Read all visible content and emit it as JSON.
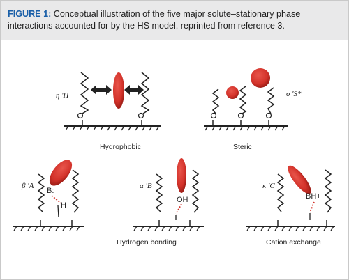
{
  "caption": {
    "label": "FIGURE 1:",
    "text": " Conceptual illustration of the five major solute–stationary phase interactions accounted for by the HS model, reprinted from reference 3."
  },
  "panels": {
    "hydrophobic": {
      "symbol": "η 'H",
      "label": "Hydrophobic"
    },
    "steric": {
      "symbol": "σ 'S*",
      "label": "Steric"
    },
    "hbond_acid": {
      "symbol": "β 'A",
      "atom_left": "B:",
      "atom_right": "H"
    },
    "hbond_base": {
      "symbol": "α 'B",
      "atom": "OH"
    },
    "hbond_label": "Hydrogen bonding",
    "cation": {
      "symbol": "κ 'C",
      "atom": "BH+",
      "label": "Cation exchange"
    }
  },
  "colors": {
    "solute": "#d3322a",
    "solute_dark": "#a01e17",
    "caption_bg": "#e9e9ea",
    "caption_label": "#1a5fa8",
    "line": "#222222",
    "dashed_bond": "#d3322a"
  }
}
